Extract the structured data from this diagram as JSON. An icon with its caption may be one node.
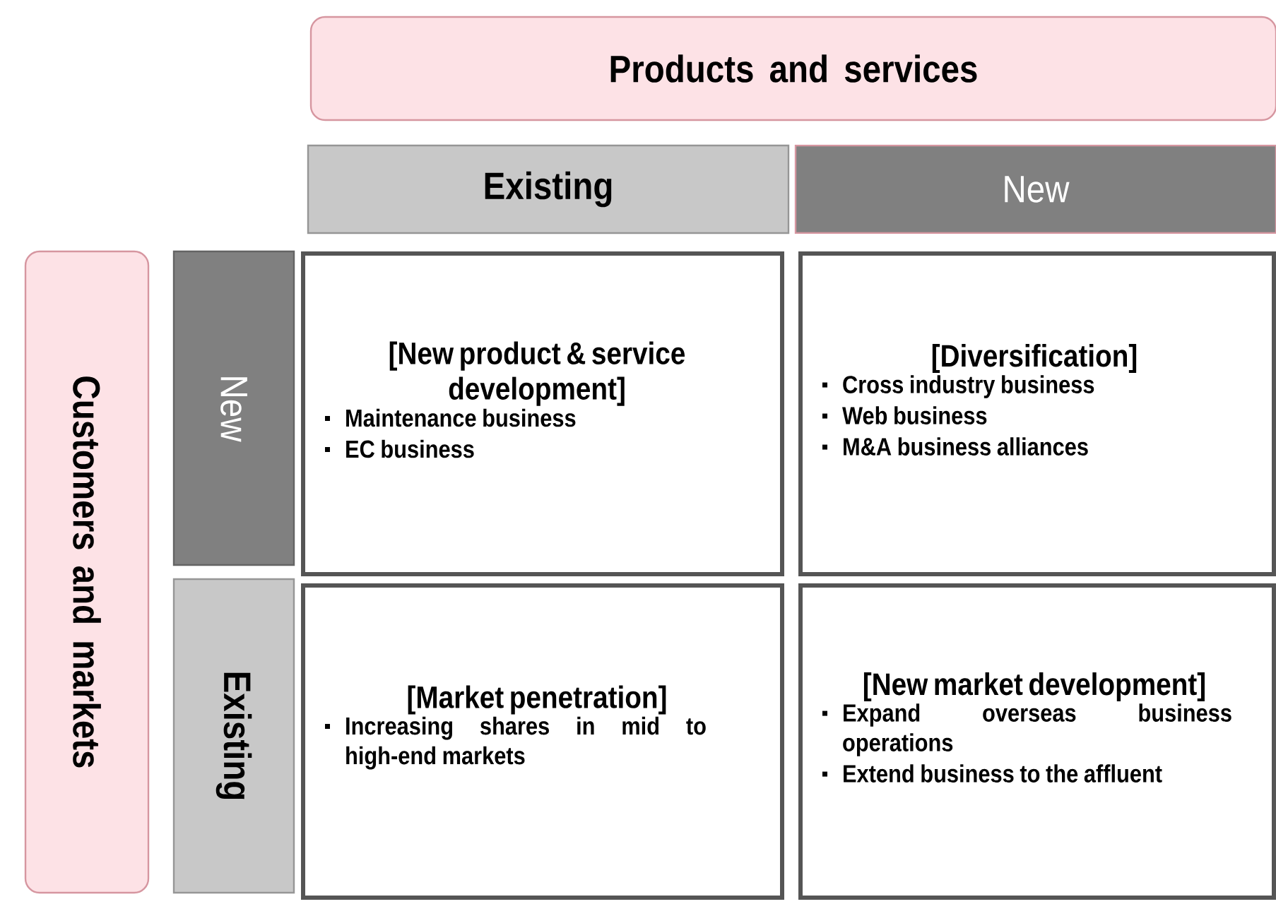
{
  "diagram": {
    "nodes": [
      {
        "text": [
          "Products and services"
        ]
      },
      {
        "text": [
          "Existing"
        ]
      },
      {
        "text": [
          "New"
        ]
      },
      {
        "text": [
          "Customers and markets"
        ]
      },
      {
        "text": [
          "New"
        ]
      },
      {
        "text": [
          "Existing"
        ]
      },
      {
        "text": [
          "[New product & service development]",
          "Maintenance business",
          "EC business"
        ]
      },
      {
        "text": [
          "[Diversification]",
          "Cross industry business",
          "Web business",
          "M&A business alliances"
        ]
      },
      {
        "text": [
          "[Market penetration]",
          "Increasing shares in mid to high-end markets"
        ]
      },
      {
        "text": [
          "[New market development]",
          "Expand overseas business operations",
          "Extend business to the affluent"
        ]
      }
    ]
  }
}
